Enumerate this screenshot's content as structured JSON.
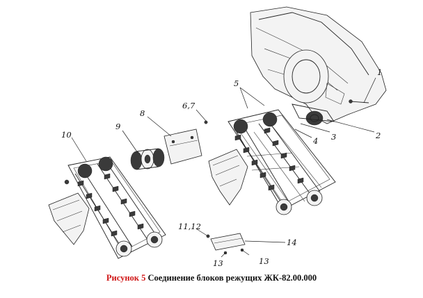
{
  "callouts": [
    {
      "id": "c1",
      "text": "1"
    },
    {
      "id": "c2",
      "text": "2"
    },
    {
      "id": "c3",
      "text": "3"
    },
    {
      "id": "c4",
      "text": "4"
    },
    {
      "id": "c5",
      "text": "5"
    },
    {
      "id": "c67",
      "text": "6,7"
    },
    {
      "id": "c8",
      "text": "8"
    },
    {
      "id": "c9",
      "text": "9"
    },
    {
      "id": "c10",
      "text": "10"
    },
    {
      "id": "c1112",
      "text": "11,12"
    },
    {
      "id": "c13a",
      "text": "13"
    },
    {
      "id": "c13b",
      "text": "13"
    },
    {
      "id": "c14",
      "text": "14"
    }
  ],
  "caption": {
    "label": "Рисунок 5",
    "text": "Соединение блоков режущих ЖК-82.00.000",
    "label_color": "#d01818"
  }
}
